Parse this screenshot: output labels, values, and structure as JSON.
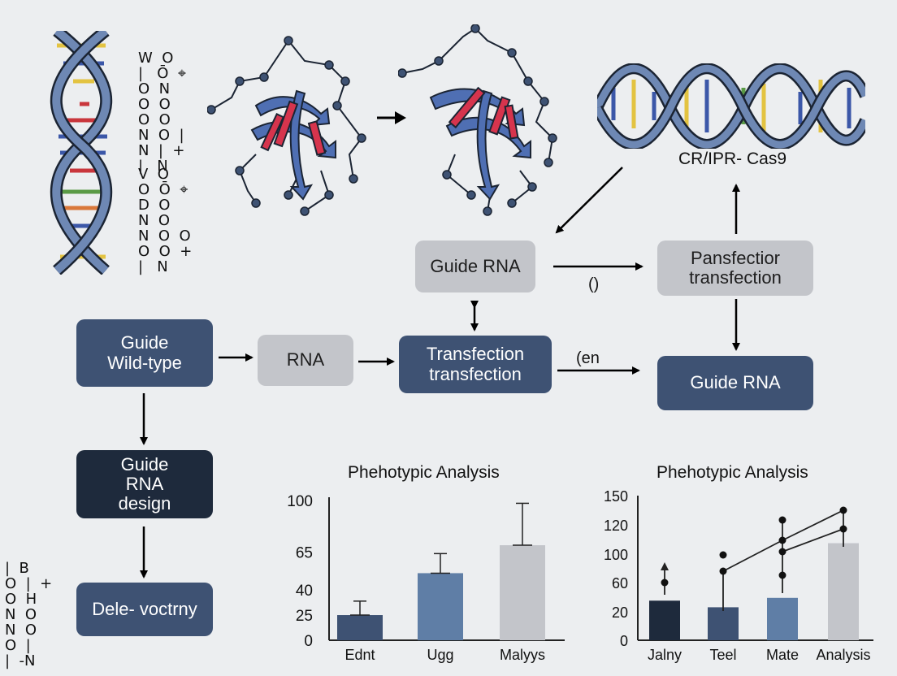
{
  "molecule_labels": {
    "top": "W  O\n|   Ō  ⌖\nO  N\nO  O\nO  O\nN  O  |\nN  |  +\n|   N",
    "middle": "V  O\nO  Ō  ⌖\nD  O\nN  O\nN  O  O\nO  O  +\n|   N",
    "bottom": "|  B\nO  |  +\nO  H\nN  O\nN  O\nO  |\n|  -N"
  },
  "flow": {
    "crispr_label": "CR/IPR- Cas9",
    "guide_rna_top": "Guide RNA",
    "panfection": "Pansfectior\ntransfection",
    "wildtype": "Guide\nWild-type",
    "rna": "RNA",
    "transfection": "Transfection\ntransfection",
    "guide_rna_right": "Guide RNA",
    "design": "Guide\nRNA\ndesign",
    "deletion": "Dele- voctrny",
    "paren_label": "()",
    "en_label": "(en"
  },
  "chart_data": [
    {
      "type": "bar",
      "title": "Phehotypic Analysis",
      "categories": [
        "Ednt",
        "Ugg",
        "Malyys"
      ],
      "values": [
        18,
        48,
        68
      ],
      "error_upper": [
        28,
        62,
        98
      ],
      "yticks": [
        "0",
        "25",
        "40",
        "65",
        "100"
      ],
      "ylim": [
        0,
        100
      ],
      "colors": [
        "#3e5273",
        "#5f7ea6",
        "#c3c5ca"
      ]
    },
    {
      "type": "bar",
      "title": "Phehotypic Analysis",
      "categories": [
        "Jalny",
        "Teel",
        "Mate",
        "Analysis"
      ],
      "values": [
        42,
        35,
        45,
        103
      ],
      "yticks": [
        "0",
        "20",
        "60",
        "100",
        "120",
        "150"
      ],
      "ylim": [
        0,
        150
      ],
      "colors": [
        "#1e2a3c",
        "#3e5273",
        "#5f7ea6",
        "#c3c5ca"
      ]
    }
  ]
}
